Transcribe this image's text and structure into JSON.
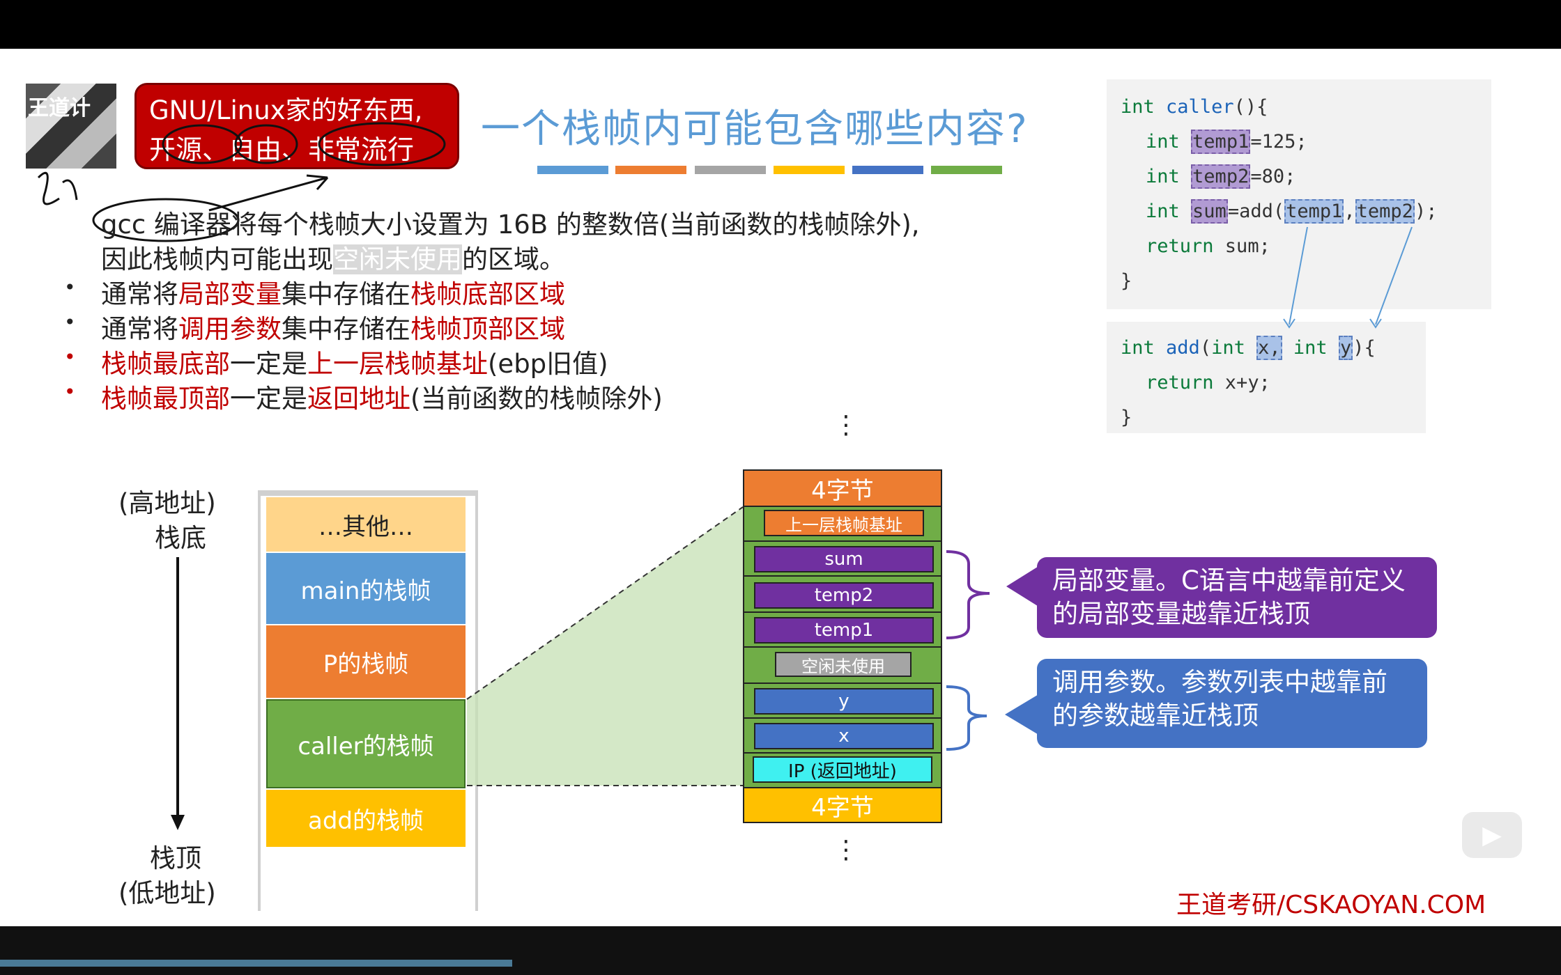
{
  "overlay": {
    "avatar_text": "王道计",
    "callout_line1": "GNU/Linux家的好东西,",
    "callout_line2": "开源、自由、非常流行"
  },
  "title": "一个栈帧内可能包含哪些内容?",
  "color_bars": [
    "#5b9bd5",
    "#ed7d31",
    "#a5a5a5",
    "#ffc000",
    "#4472c4",
    "#70ad47"
  ],
  "intro": {
    "line1_a": "gcc 编译器将每个栈帧大小设置为 16B 的整数倍(当前函数的栈帧除外),",
    "line2_a": "因此栈帧内可能出现",
    "line2_hl": "空闲未使用",
    "line2_b": "的区域。"
  },
  "bullets": [
    {
      "parts": [
        {
          "t": "通常将",
          "red": false
        },
        {
          "t": "局部变量",
          "red": true
        },
        {
          "t": "集中存储在",
          "red": false
        },
        {
          "t": "栈帧底部区域",
          "red": true
        }
      ],
      "dot_red": false
    },
    {
      "parts": [
        {
          "t": "通常将",
          "red": false
        },
        {
          "t": "调用参数",
          "red": true
        },
        {
          "t": "集中存储在",
          "red": false
        },
        {
          "t": "栈帧顶部区域",
          "red": true
        }
      ],
      "dot_red": false
    },
    {
      "parts": [
        {
          "t": "栈帧最底部",
          "red": true
        },
        {
          "t": "一定是",
          "red": false
        },
        {
          "t": "上一层栈帧基址",
          "red": true
        },
        {
          "t": "(ebp旧值)",
          "red": false
        }
      ],
      "dot_red": true
    },
    {
      "parts": [
        {
          "t": "栈帧最顶部",
          "red": true
        },
        {
          "t": "一定是",
          "red": false
        },
        {
          "t": "返回地址",
          "red": true
        },
        {
          "t": "(当前函数的栈帧除外)",
          "red": false
        }
      ],
      "dot_red": true
    }
  ],
  "code1": {
    "l1_kw": "int",
    "l1_fn": "caller",
    "l1_rest": "(){",
    "l2_kw": "int",
    "l2_var": "temp1",
    "l2_rest": "=125;",
    "l3_kw": "int",
    "l3_var": "temp2",
    "l3_rest": "=80;",
    "l4_kw": "int",
    "l4_var": "sum",
    "l4_mid": "=add(",
    "l4_a1": "temp1",
    "l4_sep": ",",
    "l4_a2": "temp2",
    "l4_end": ");",
    "l5_kw": "return",
    "l5_rest": " sum;",
    "l6": "}"
  },
  "code2": {
    "l1_kw": "int",
    "l1_fn": "add",
    "l1_p": "(",
    "l1_kw2": "int",
    "l1_x": "x,",
    "l1_kw3": "int",
    "l1_y": "y",
    "l1_end": "){",
    "l2_kw": "return",
    "l2_rest": " x+y;",
    "l3": "}"
  },
  "stack": {
    "top_label_1": "(高地址)",
    "top_label_2": "栈底",
    "bottom_label_1": "栈顶",
    "bottom_label_2": "(低地址)",
    "blocks": [
      "…其他…",
      "main的栈帧",
      "P的栈帧",
      "caller的栈帧",
      "add的栈帧"
    ]
  },
  "frame": {
    "dots": "⋮",
    "top": "4字节",
    "ebp": "上一层栈帧基址",
    "sum": "sum",
    "temp2": "temp2",
    "temp1": "temp1",
    "unused": "空闲未使用",
    "y": "y",
    "x": "x",
    "ip": "IP (返回地址)",
    "bottom": "4字节"
  },
  "bubbles": {
    "locals": "局部变量。C语言中越靠前定义的局部变量越靠近栈顶",
    "params": "调用参数。参数列表中越靠前的参数越靠近栈顶"
  },
  "watermark": "王道考研/CSKAOYAN.COM"
}
